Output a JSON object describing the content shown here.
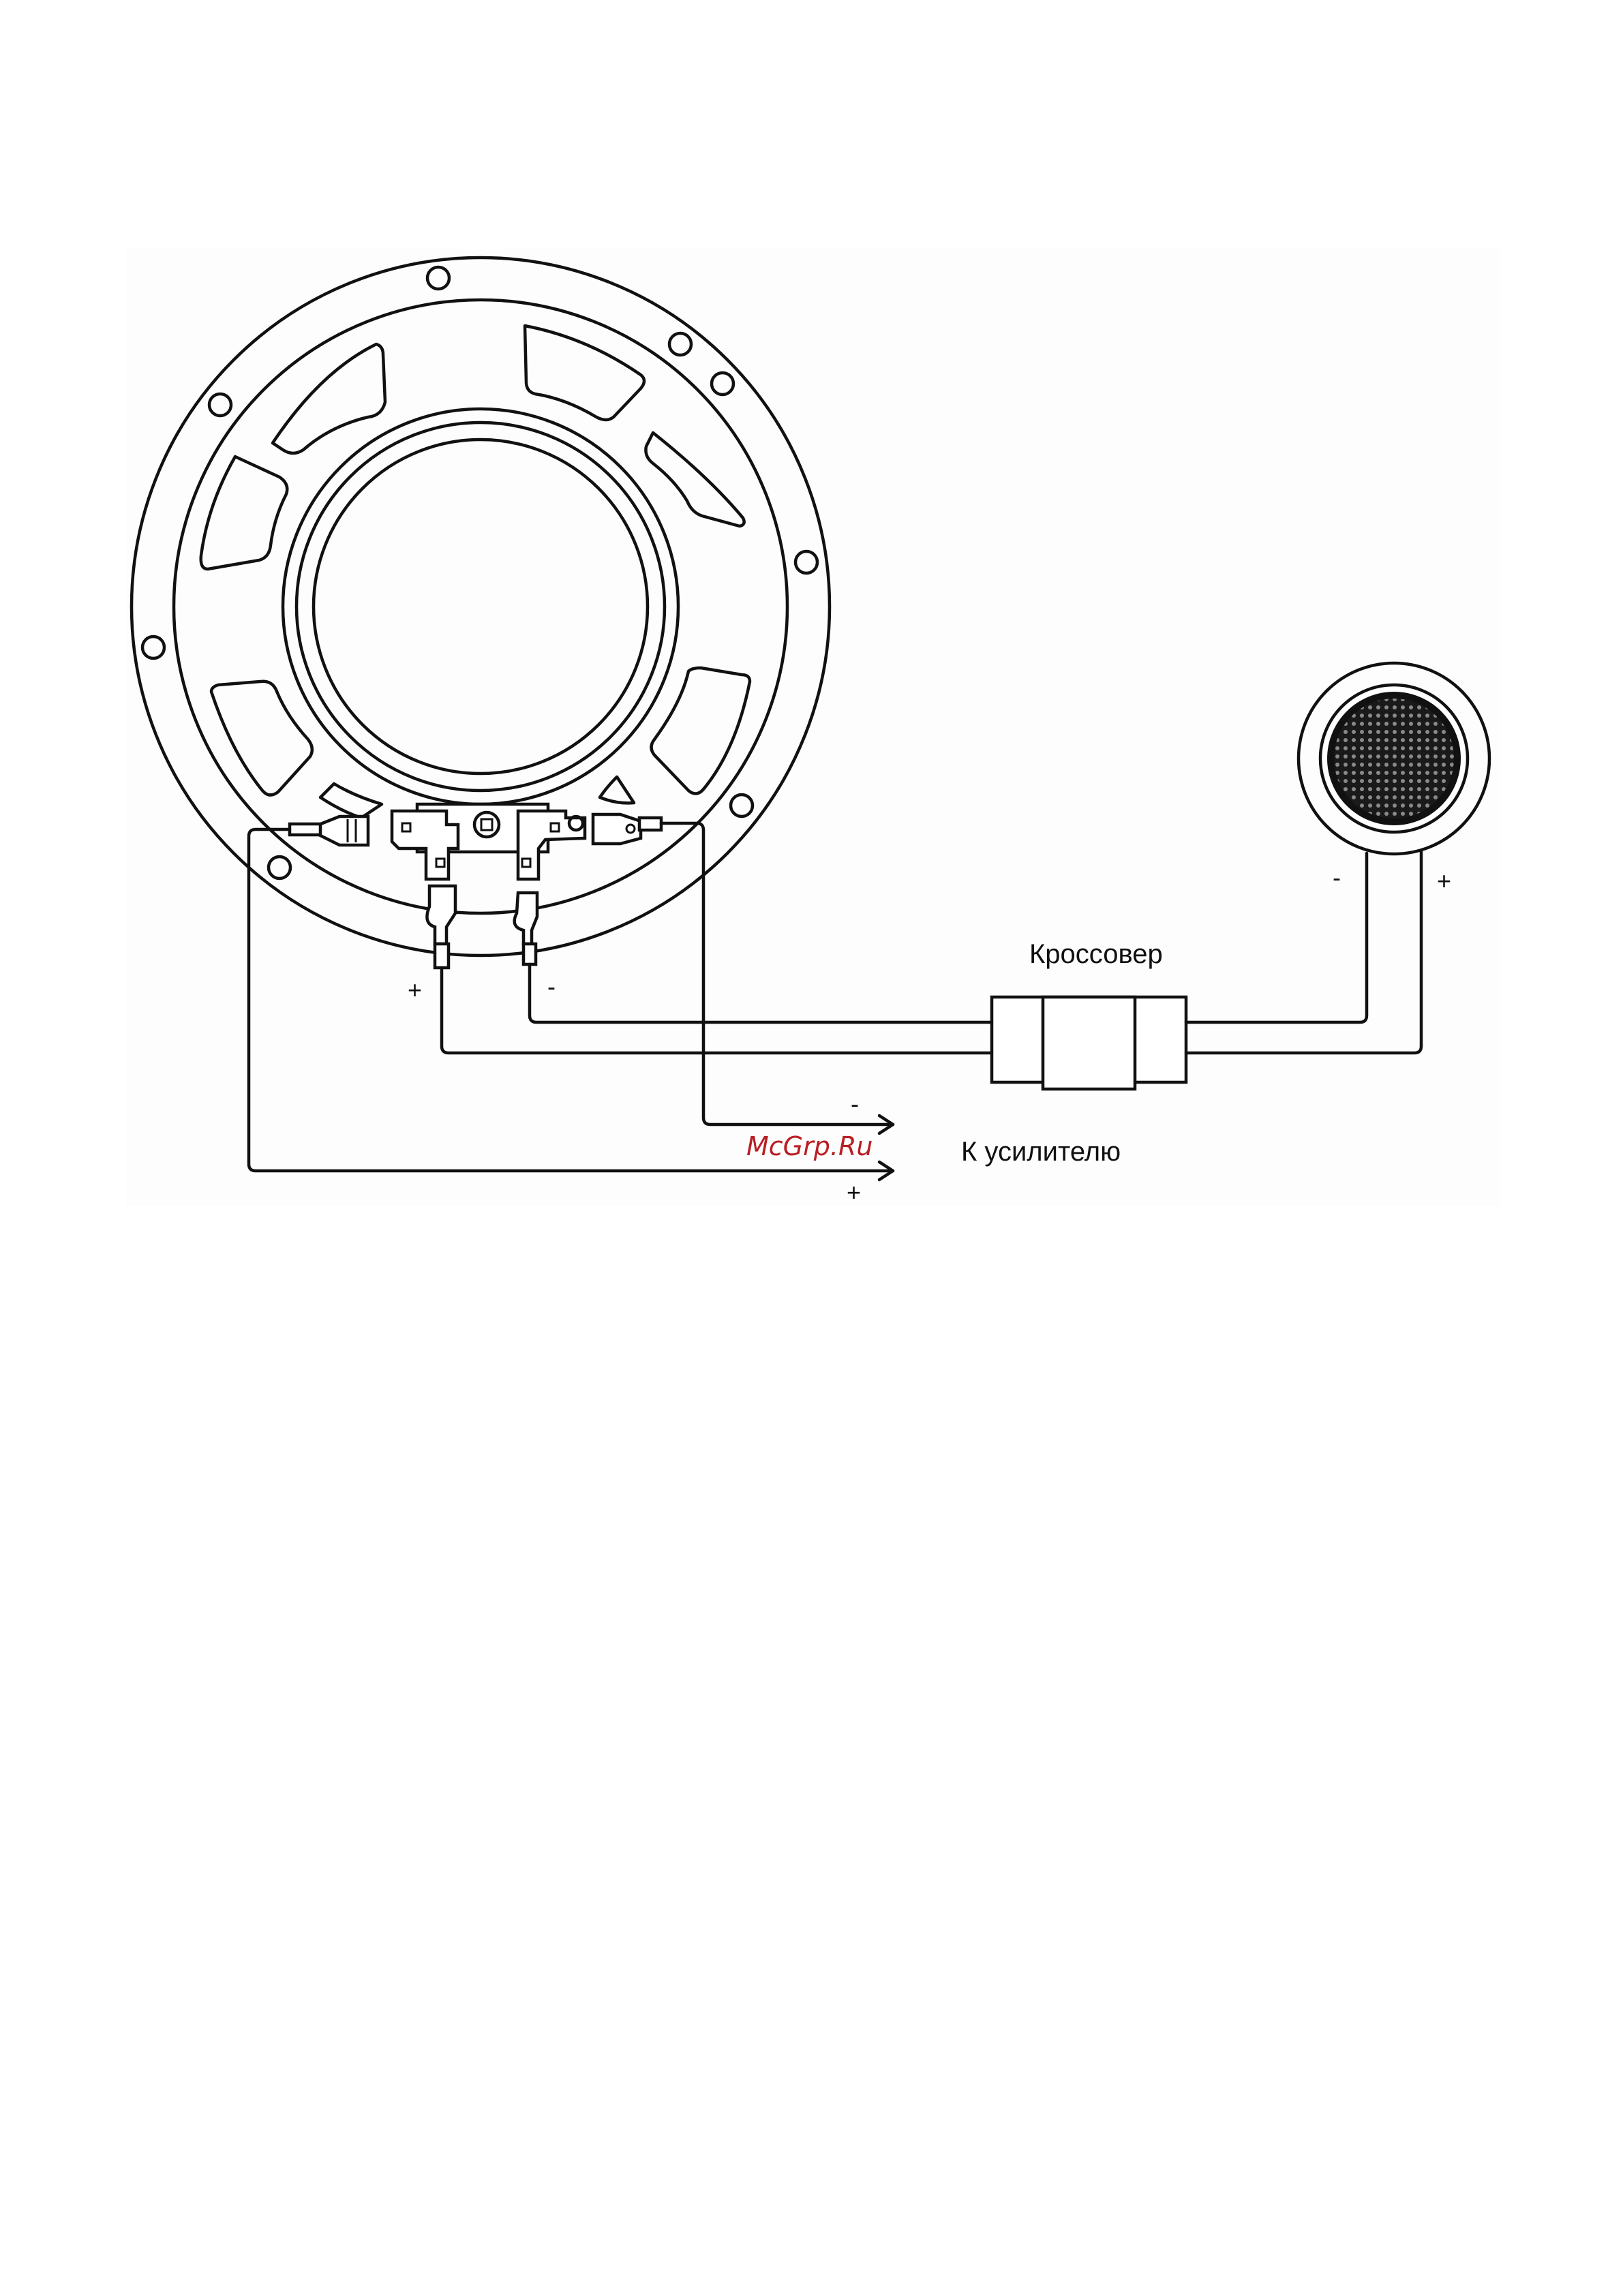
{
  "diagram": {
    "crossover_label": "Кроссовер",
    "amplifier_label": "К усилителю",
    "woofer_plus": "+",
    "woofer_minus": "-",
    "tweeter_minus": "-",
    "tweeter_plus": "+",
    "amp_minus": "-",
    "amp_plus": "+",
    "watermark": "McGrp.Ru"
  },
  "colors": {
    "line": "#111111",
    "background": "#ffffff",
    "panel": "#fdfdfd",
    "watermark": "#b81e24"
  },
  "icons": {
    "woofer": "woofer-speaker-icon",
    "tweeter": "tweeter-icon",
    "crossover": "crossover-box-icon"
  }
}
